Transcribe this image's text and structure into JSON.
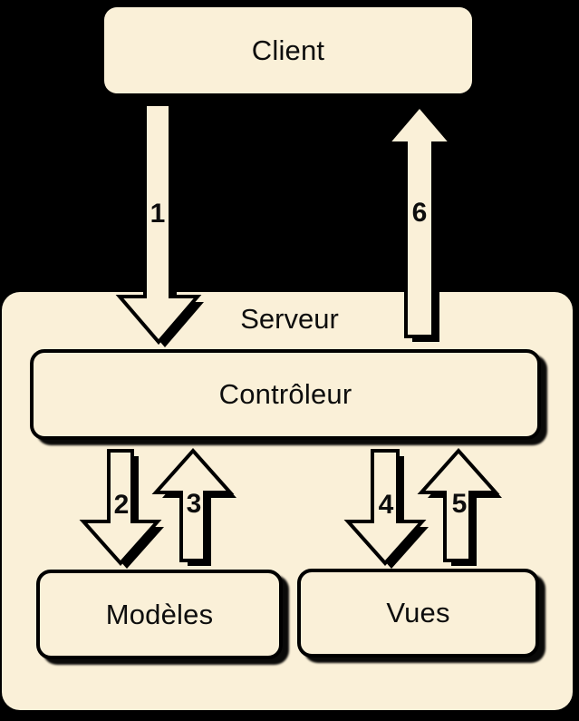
{
  "colors": {
    "background": "#000000",
    "box_fill": "#FAF0D8",
    "outline": "#000000",
    "text": "#0d0d0d"
  },
  "nodes": {
    "client": {
      "label": "Client"
    },
    "serveur": {
      "label": "Serveur"
    },
    "controleur": {
      "label": "Contrôleur"
    },
    "modeles": {
      "label": "Modèles"
    },
    "vues": {
      "label": "Vues"
    }
  },
  "arrows": [
    {
      "label": "1",
      "direction": "down",
      "from": "Client",
      "to": "Contrôleur"
    },
    {
      "label": "2",
      "direction": "down",
      "from": "Contrôleur",
      "to": "Modèles"
    },
    {
      "label": "3",
      "direction": "up",
      "from": "Modèles",
      "to": "Contrôleur"
    },
    {
      "label": "4",
      "direction": "down",
      "from": "Contrôleur",
      "to": "Vues"
    },
    {
      "label": "5",
      "direction": "up",
      "from": "Vues",
      "to": "Contrôleur"
    },
    {
      "label": "6",
      "direction": "up",
      "from": "Contrôleur",
      "to": "Client"
    }
  ]
}
